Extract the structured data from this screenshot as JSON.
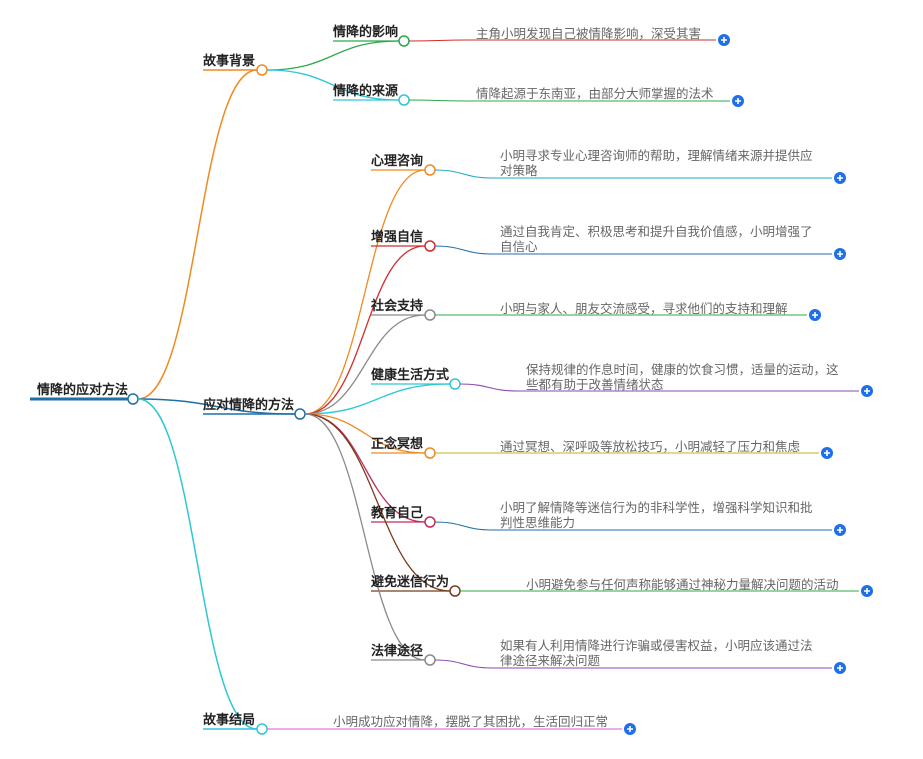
{
  "root": {
    "label": "情降的应对方法"
  },
  "branches": [
    {
      "key": "background",
      "label": "故事背景",
      "color": "#ef8a23",
      "children": [
        {
          "label": "情降的影响",
          "color": "#2ea84a",
          "desc": [
            "主角小明发现自己被情降影响，深受其害"
          ]
        },
        {
          "label": "情降的来源",
          "color": "#2ec7d6",
          "desc": [
            "情降起源于东南亚，由部分大师掌握的法术"
          ]
        }
      ]
    },
    {
      "key": "methods",
      "label": "应对情降的方法",
      "color": "#1f6fa8",
      "children": [
        {
          "label": "心理咨询",
          "color": "#ef8a23",
          "desc": [
            "小明寻求专业心理咨询师的帮助，理解情绪来源并提供应",
            "对策略"
          ]
        },
        {
          "label": "增强自信",
          "color": "#d12d2d",
          "desc": [
            "通过自我肯定、积极思考和提升自我价值感，小明增强了",
            "自信心"
          ]
        },
        {
          "label": "社会支持",
          "color": "#8a8a8a",
          "desc": [
            "小明与家人、朋友交流感受，寻求他们的支持和理解"
          ]
        },
        {
          "label": "健康生活方式",
          "color": "#2ec7d6",
          "desc": [
            "保持规律的作息时间，健康的饮食习惯，适量的运动，这",
            "些都有助于改善情绪状态"
          ]
        },
        {
          "label": "正念冥想",
          "color": "#ef8a23",
          "desc": [
            "通过冥想、深呼吸等放松技巧，小明减轻了压力和焦虑"
          ]
        },
        {
          "label": "教育自己",
          "color": "#c22d5a",
          "desc": [
            "小明了解情降等迷信行为的非科学性，增强科学知识和批",
            "判性思维能力"
          ]
        },
        {
          "label": "避免迷信行为",
          "color": "#7a3a1a",
          "desc": [
            "小明避免参与任何声称能够通过神秘力量解决问题的活动"
          ]
        },
        {
          "label": "法律途径",
          "color": "#8a8a8a",
          "desc": [
            "如果有人利用情降进行诈骗或侵害权益，小明应该通过法",
            "律途径来解决问题"
          ]
        }
      ]
    },
    {
      "key": "ending",
      "label": "故事结局",
      "color": "#2ec7d6",
      "children": [
        {
          "label": "",
          "color": "#1f6fa8",
          "desc": [
            "小明成功应对情降，摆脱了其困扰，生活回归正常"
          ]
        }
      ]
    }
  ],
  "connector_colors": [
    "#d12d2d",
    "#2ea84a",
    "#1fa8c7",
    "#1f6fa8",
    "#2ea84a",
    "#8a4ab0",
    "#c7b21f",
    "#1f6fa8",
    "#2ea84a",
    "#8a4ab0",
    "#d45cd4",
    "#b8b81f"
  ],
  "expand_icon": "plus-circle-icon",
  "expand_color": "#1f6fe8"
}
